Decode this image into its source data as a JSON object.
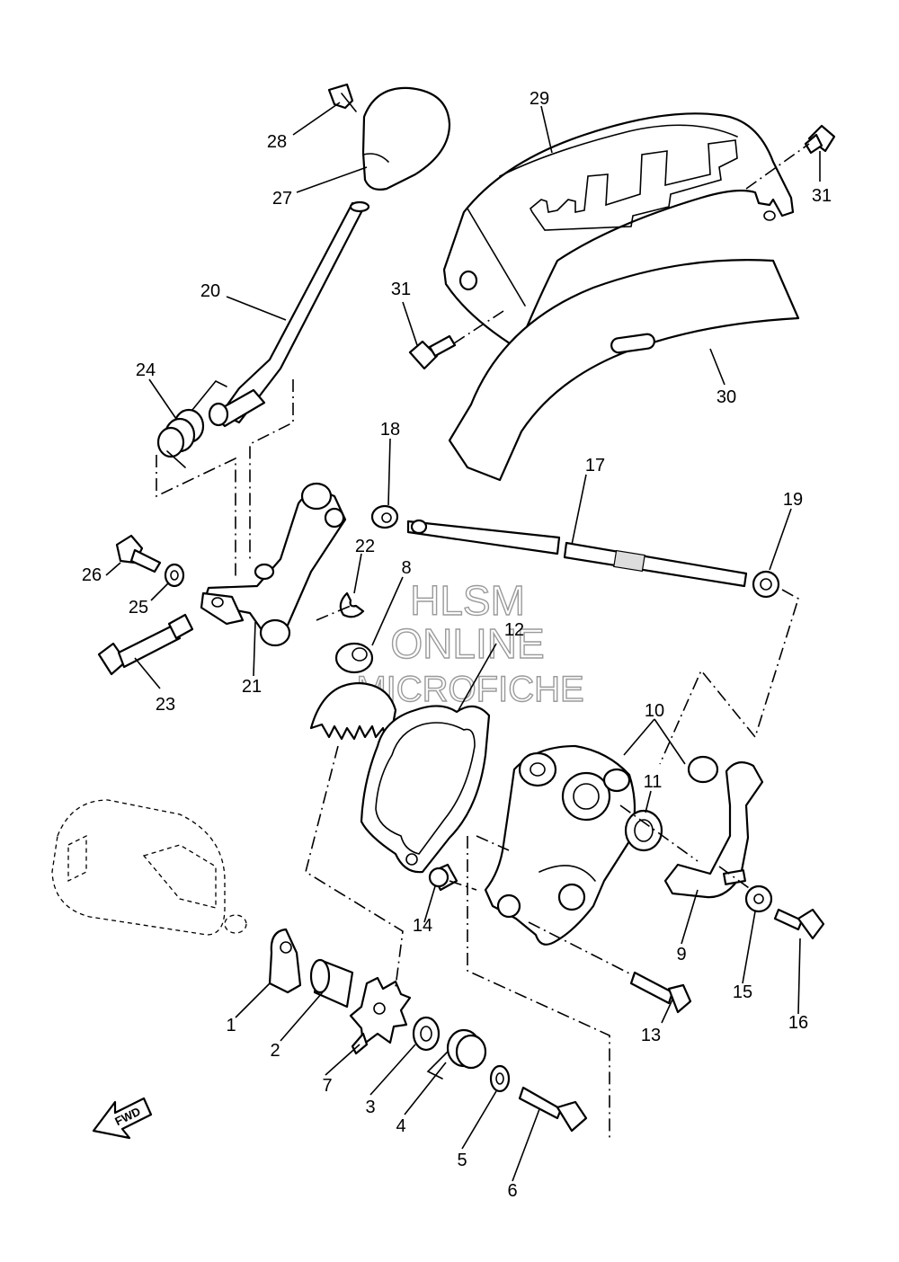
{
  "watermark": {
    "line1": "HLSM",
    "line2": "ONLINE",
    "line3": "MICROFICHE"
  },
  "fwd_label": "FWD",
  "callouts": [
    "1",
    "2",
    "3",
    "4",
    "5",
    "6",
    "7",
    "8",
    "9",
    "10",
    "11",
    "12",
    "13",
    "14",
    "15",
    "16",
    "17",
    "18",
    "19",
    "20",
    "21",
    "22",
    "23",
    "24",
    "25",
    "26",
    "27",
    "28",
    "29",
    "30",
    "31"
  ]
}
